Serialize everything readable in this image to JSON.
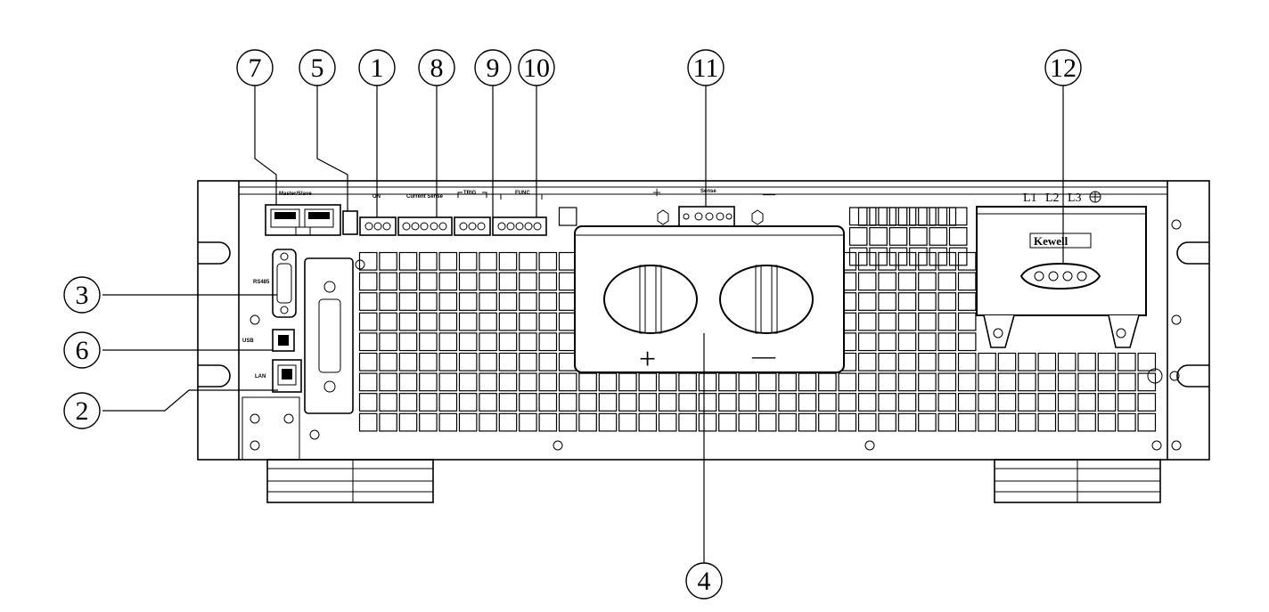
{
  "callouts": [
    {
      "id": "c1",
      "text": "1"
    },
    {
      "id": "c2",
      "text": "2"
    },
    {
      "id": "c3",
      "text": "3"
    },
    {
      "id": "c4",
      "text": "4"
    },
    {
      "id": "c5",
      "text": "5"
    },
    {
      "id": "c6",
      "text": "6"
    },
    {
      "id": "c7",
      "text": "7"
    },
    {
      "id": "c8",
      "text": "8"
    },
    {
      "id": "c9",
      "text": "9"
    },
    {
      "id": "c10",
      "text": "10"
    },
    {
      "id": "c11",
      "text": "11"
    },
    {
      "id": "c12",
      "text": "12"
    }
  ],
  "panel_labels": {
    "master_slave": "Master/Slave",
    "on": "ON",
    "current_sense": "Current Sense",
    "trig": "TRIG",
    "func": "FUNC",
    "sense": "Sense",
    "rs485": "RS485",
    "usb": "USB",
    "lan": "LAN",
    "plus": "+",
    "minus": "—",
    "l1": "L1",
    "l2": "L2",
    "l3": "L3",
    "brand": "Kewell"
  }
}
